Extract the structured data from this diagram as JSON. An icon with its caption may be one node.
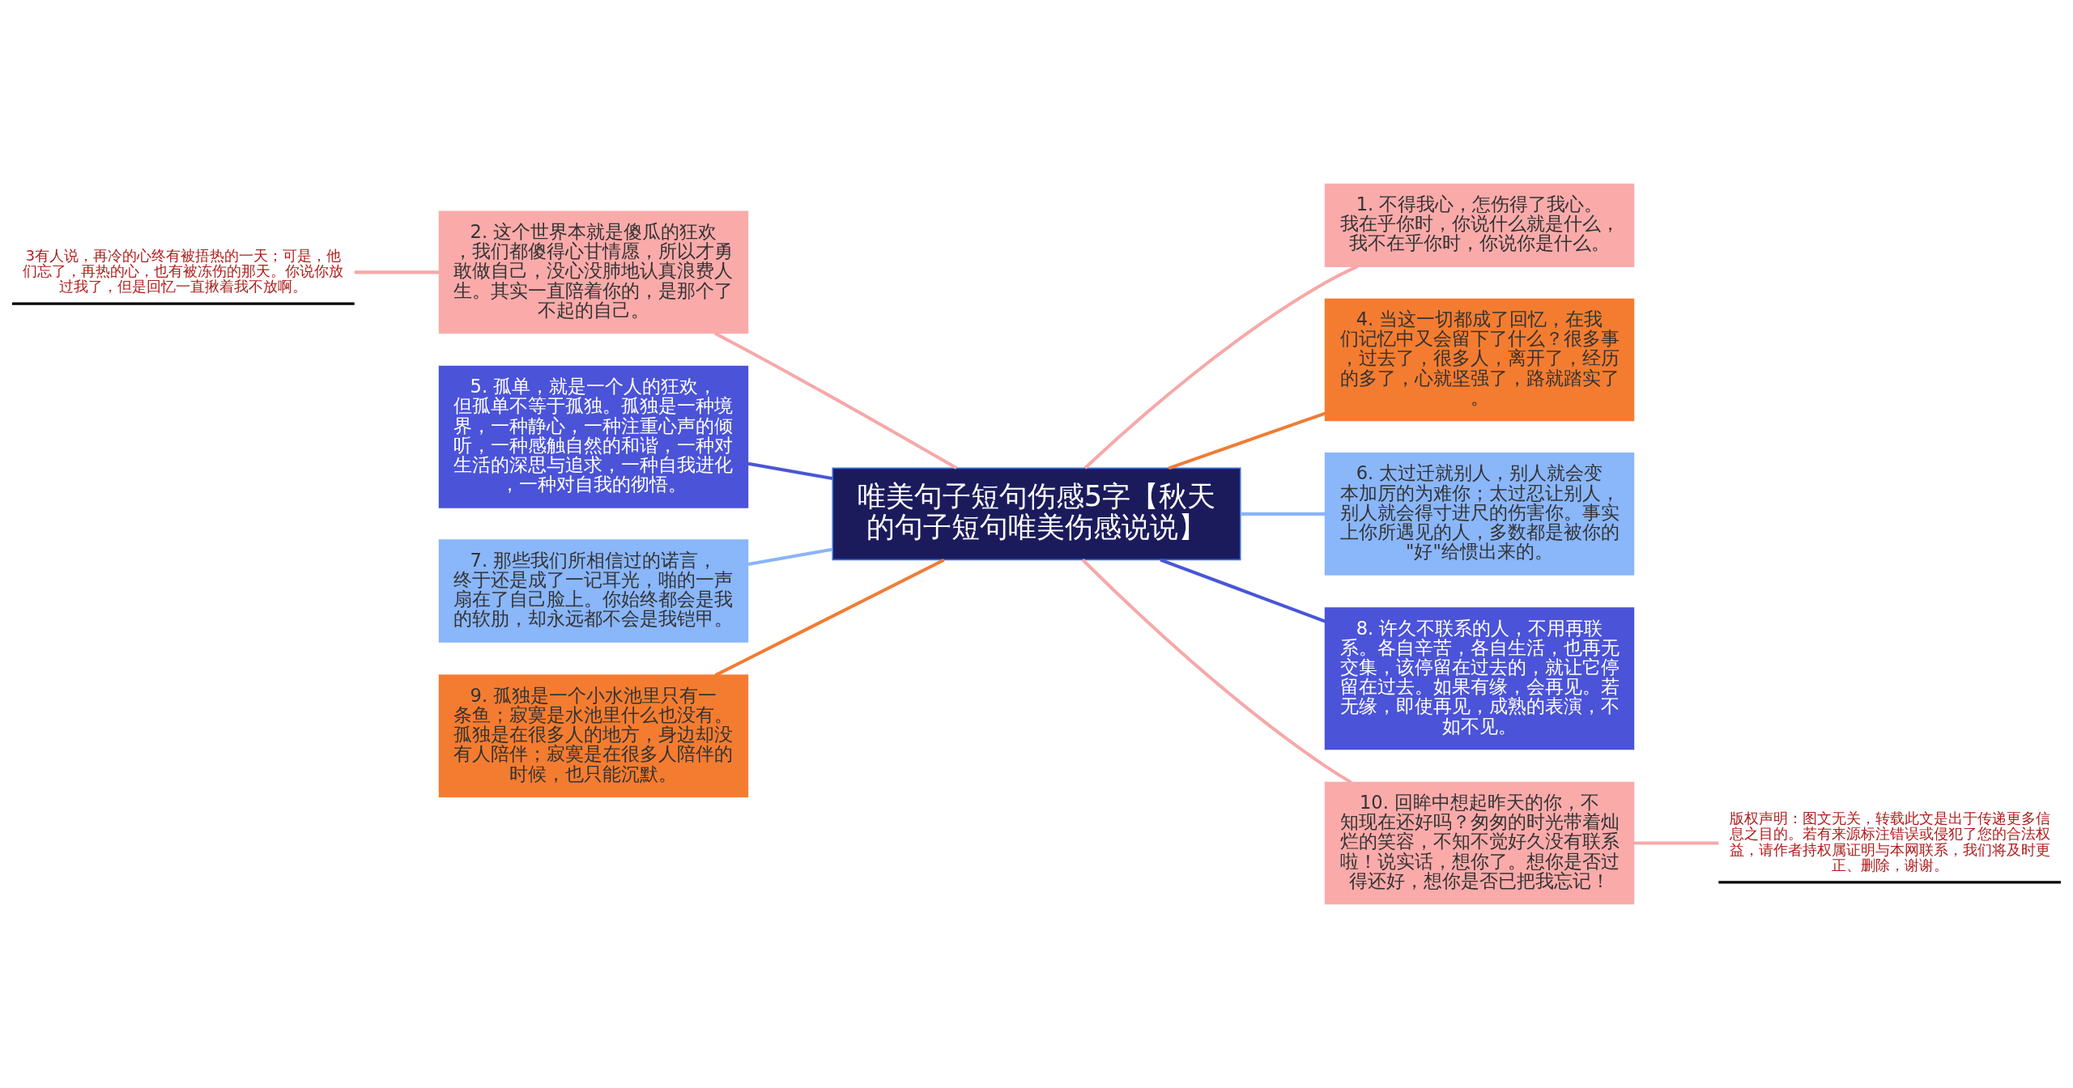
{
  "diagram": {
    "nodes": [
      {
        "text": [
          "唯美句子短句伤感5字【秋天的句子短句唯美伤感说说】"
        ]
      },
      {
        "text": [
          "1. 不得我心，怎伤得了我心。我在乎你时，你说什么就是什么，我不在乎你时，你说你是什么。"
        ]
      },
      {
        "text": [
          "2. 这个世界本就是傻瓜的狂欢，我们都傻得心甘情愿，所以才勇敢做自己，没心没肺地认真浪费人生。其实一直陪着你的，是那个了不起的自己。"
        ]
      },
      {
        "text": [
          "3有人说，再冷的心终有被捂热的一天；可是，他们忘了，再热的心，也有被冻伤的那天。你说你放过我了，但是回忆一直揪着我不放啊。"
        ]
      },
      {
        "text": [
          "4. 当这一切都成了回忆，在我们记忆中又会留下了什么？很多事，过去了，很多人，离开了，经历的多了，心就坚强了，路就踏实了。"
        ]
      },
      {
        "text": [
          "5. 孤单，就是一个人的狂欢，但孤单不等于孤独。孤独是一种境界，一种静心，一种注重心声的倾听，一种感触自然的和谐，一种对生活的深思与追求，一种自我进化，一种对自我的彻悟。"
        ]
      },
      {
        "text": [
          "6. 太过迁就别人，别人就会变本加厉的为难你；太过忍让别人，别人就会得寸进尺的伤害你。事实上你所遇见的人，多数都是被你的\"好\"给惯出来的。"
        ]
      },
      {
        "text": [
          "7. 那些我们所相信过的诺言，终于还是成了一记耳光，啪的一声扇在了自己脸上。你始终都会是我的软肋，却永远都不会是我铠甲。"
        ]
      },
      {
        "text": [
          "8. 许久不联系的人，不用再联系。各自辛苦，各自生活，也再无交集，该停留在过去的，就让它停留在过去。如果有缘，会再见。若无缘，即使再见，成熟的表演，不如不见。"
        ]
      },
      {
        "text": [
          "9. 孤独是一个小水池里只有一条鱼；寂寞是水池里什么也没有。孤独是在很多人的地方，身边却没有人陪伴；寂寞是在很多人陪伴的时候，也只能沉默。"
        ]
      },
      {
        "text": [
          "10. 回眸中想起昨天的你，不知现在还好吗？匆匆的时光带着灿烂的笑容，不知不觉好久没有联系啦！说实话，想你了。想你是否过得还好，想你是否已把我忘记！"
        ]
      },
      {
        "text": [
          "版权声明：图文无关，转载此文是出于传递更多信息之目的。若有来源标注错误或侵犯了您的合法权益，请作者持权属证明与本网联系，我们将及时更正、删除，谢谢。"
        ]
      }
    ],
    "edges": [
      {
        "from": 0,
        "to": 1,
        "arrow": "none"
      },
      {
        "from": 0,
        "to": 2,
        "arrow": "none"
      },
      {
        "from": 0,
        "to": 4,
        "arrow": "none",
        "color": "#f07c34"
      },
      {
        "from": 0,
        "to": 5,
        "arrow": "none",
        "color": "#4a56d6"
      },
      {
        "from": 0,
        "to": 6,
        "arrow": "none",
        "color": "#8ab4f8"
      },
      {
        "from": 0,
        "to": 7,
        "arrow": "none",
        "color": "#8ab4f8"
      },
      {
        "from": 0,
        "to": 8,
        "arrow": "none",
        "color": "#4a56d6"
      },
      {
        "from": 0,
        "to": 9,
        "arrow": "none",
        "color": "#f07c34"
      },
      {
        "from": 0,
        "to": 10,
        "arrow": "none"
      },
      {
        "from": 2,
        "to": 3,
        "arrow": "none"
      },
      {
        "from": 10,
        "to": 11,
        "arrow": "none"
      }
    ]
  }
}
